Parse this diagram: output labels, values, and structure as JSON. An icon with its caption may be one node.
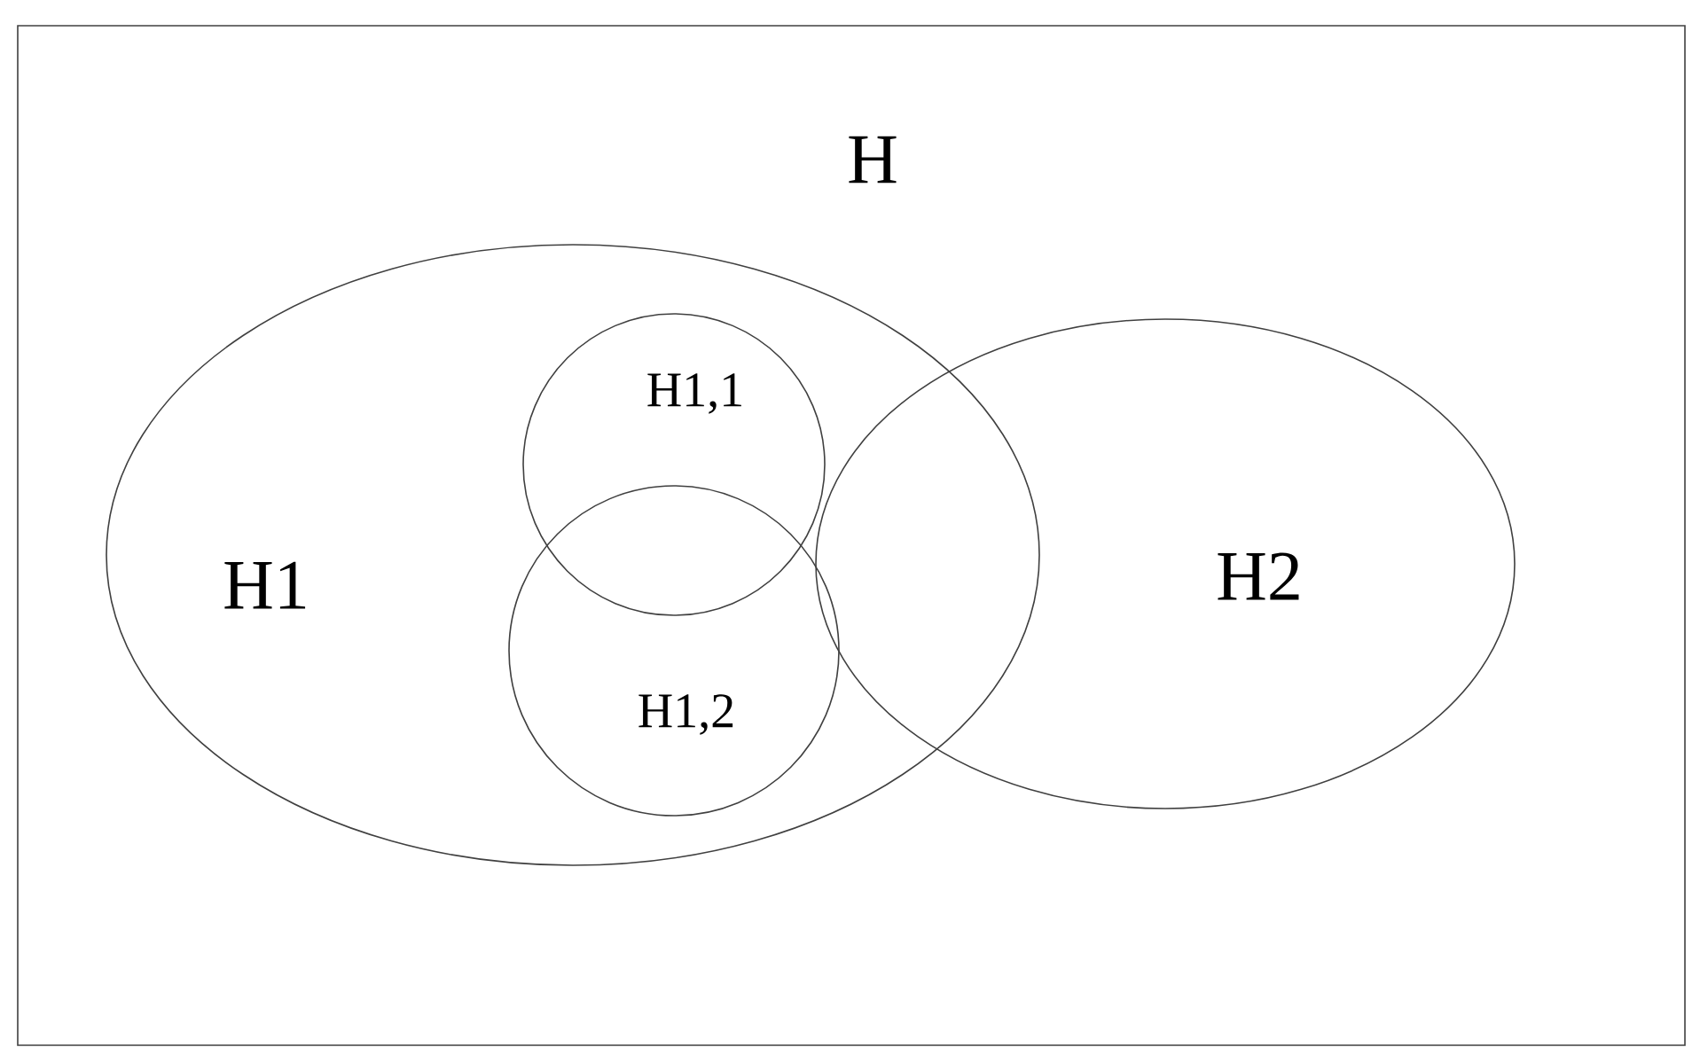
{
  "diagram": {
    "nodes": [
      {
        "text": [
          "H"
        ]
      },
      {
        "text": [
          "H1"
        ],
        "in": 0
      },
      {
        "text": [
          "H1,1"
        ],
        "in": 1
      },
      {
        "text": [
          "H1,2"
        ],
        "in": 1
      },
      {
        "text": [
          "H2"
        ],
        "in": 0
      }
    ]
  }
}
